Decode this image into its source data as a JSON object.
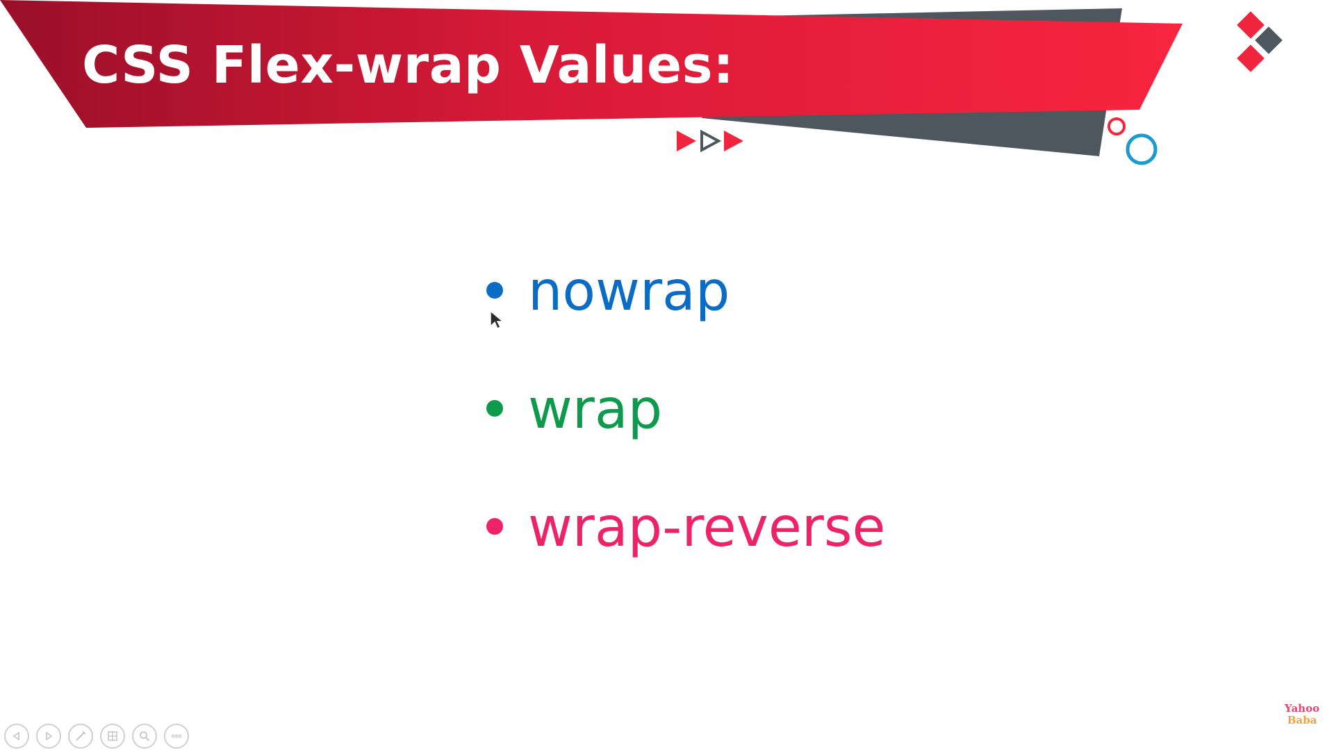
{
  "slide": {
    "title": "CSS Flex-wrap Values:",
    "bullets": [
      {
        "text": "nowrap",
        "color": "#0b6cc6"
      },
      {
        "text": "wrap",
        "color": "#0e9a4c"
      },
      {
        "text": "wrap-reverse",
        "color": "#ee2266"
      }
    ]
  },
  "theme": {
    "banner_red": "#f2253f",
    "banner_dark_red": "#a0102a",
    "banner_gray": "#4e565e",
    "ring_red": "#f2253f",
    "ring_blue": "#1a9bd0"
  },
  "presenter_controls": [
    {
      "name": "previous-slide",
      "icon": "chevron-left-icon"
    },
    {
      "name": "next-slide",
      "icon": "chevron-right-icon"
    },
    {
      "name": "pen",
      "icon": "pen-icon"
    },
    {
      "name": "slides-grid",
      "icon": "grid-icon"
    },
    {
      "name": "zoom",
      "icon": "magnifier-icon"
    },
    {
      "name": "more-options",
      "icon": "ellipsis-icon"
    }
  ],
  "logo": {
    "line1": "Yahoo",
    "line2": "Baba"
  }
}
